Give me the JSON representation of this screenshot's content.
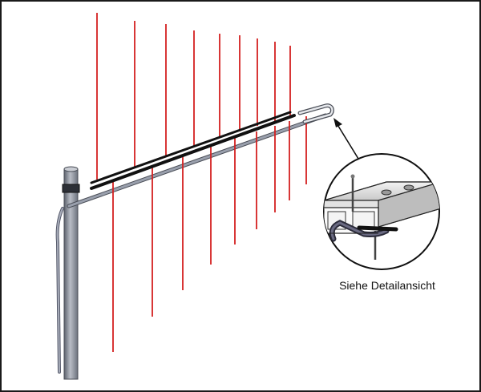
{
  "caption": "Siehe Detailansicht",
  "colors": {
    "elements": "#d42020",
    "boom": "#7a7f8c",
    "feed_line": "#111111",
    "mast": "#8a8f9a",
    "outline": "#1a1a1a"
  },
  "icons": [
    "yagi-antenna",
    "mast",
    "detail-magnifier",
    "callout-arrow"
  ]
}
